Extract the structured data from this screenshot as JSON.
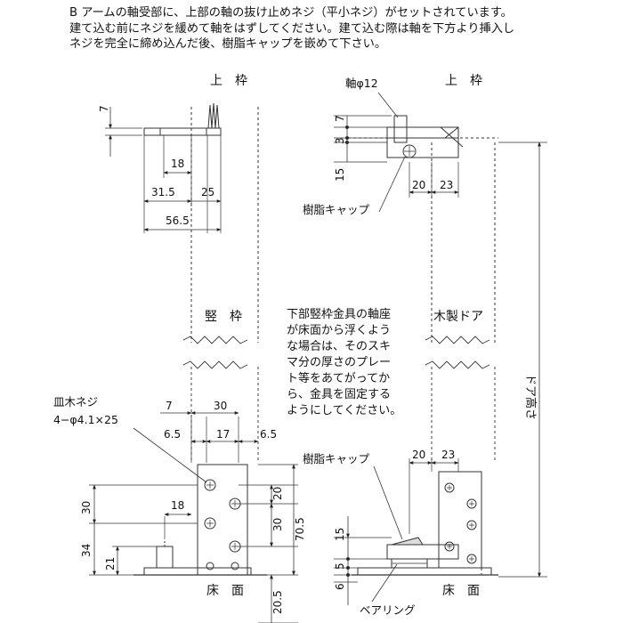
{
  "intro_note": [
    "B アームの軸受部に、上部の軸の抜け止めネジ（平小ネジ）がセットされています。",
    "建て込む前にネジを緩めて軸をはずしてください。建て込む際は軸を下方より挿入し",
    "ネジを完全に締め込んだ後、樹脂キャップを嵌めて下さい。"
  ],
  "caution_note": [
    "下部竪枠金具の軸座",
    "が床面から浮くよう",
    "な場合は、そのスキ",
    "マ分の厚さのプレー",
    "ト等をあてがってか",
    "ら、金具を固定する",
    "ようにしてください。"
  ],
  "labels": {
    "upper_frame_left": "上　枠",
    "upper_frame_right": "上　枠",
    "shaft": "軸φ12",
    "resin_cap_top": "樹脂キャップ",
    "resin_cap_bottom": "樹脂キャップ",
    "vertical_frame": "竪　枠",
    "wooden_door": "木製ドア",
    "door_height": "ドア高さ",
    "screw_name": "皿木ネジ",
    "screw_spec": "4−φ4.1×25",
    "floor_left": "床　面",
    "floor_right": "床　面",
    "bearing_ring": "ベアリング"
  },
  "dims": {
    "ul_7": "7",
    "ul_18": "18",
    "ul_31_5": "31.5",
    "ul_25": "25",
    "ul_56_5": "56.5",
    "ur_7": "7",
    "ur_3": "3",
    "ur_15": "15",
    "ur_20": "20",
    "ur_23": "23",
    "ll_7": "7",
    "ll_30": "30",
    "ll_6_5_a": "6.5",
    "ll_17": "17",
    "ll_6_5_b": "6.5",
    "ll_v30_left": "30",
    "ll_18": "18",
    "ll_34": "34",
    "ll_21": "21",
    "ll_20": "20",
    "ll_v30_mid": "30",
    "ll_70_5": "70.5",
    "ll_20_5": "20.5",
    "lr_20": "20",
    "lr_23": "23",
    "lr_15": "15",
    "lr_5": "5",
    "lr_6": "6"
  }
}
